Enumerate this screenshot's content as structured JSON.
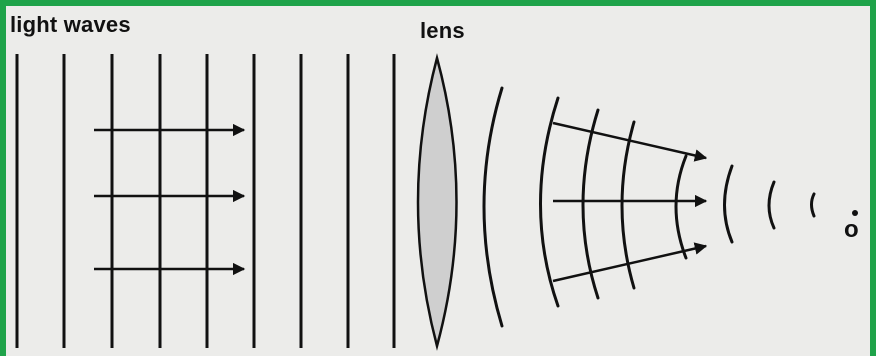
{
  "labels": {
    "light_waves": "light waves",
    "lens": "lens",
    "focal_point": "o"
  },
  "colors": {
    "frame": "#1fa34a",
    "background": "#ececea",
    "ink": "#111111",
    "lens_fill": "#cfcfcf"
  }
}
